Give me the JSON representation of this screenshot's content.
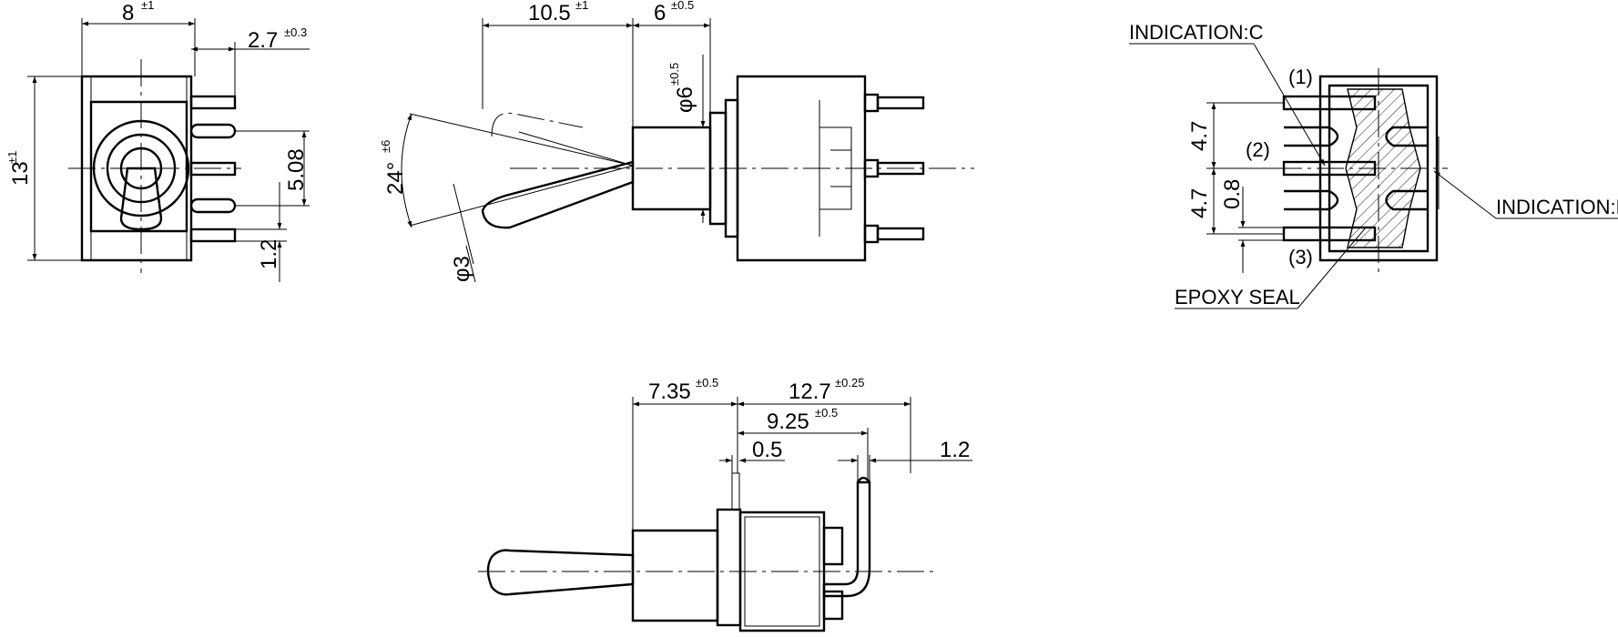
{
  "views": {
    "front": {
      "width": "8",
      "width_tol": "±1",
      "pin_offset": "2.7",
      "pin_offset_tol": "±0.3",
      "height": "13",
      "height_tol": "±1",
      "pitch": "5.08",
      "pin_width": "1.2"
    },
    "side": {
      "lever_length": "10.5",
      "lever_length_tol": "±1",
      "bushing_length": "6",
      "bushing_length_tol": "±0.5",
      "bushing_diameter": "φ6",
      "bushing_diameter_tol": "±0.5",
      "angle": "24°",
      "angle_tol": "±6",
      "tip_diameter": "φ3"
    },
    "bottom": {
      "indication_c": "INDICATION:C",
      "indication_d": "INDICATION:D",
      "epoxy": "EPOXY SEAL",
      "pin1": "(1)",
      "pin2": "(2)",
      "pin3": "(3)",
      "spacing_upper": "4.7",
      "spacing_lower": "4.7",
      "pin_thickness": "0.8"
    },
    "top": {
      "lever_height": "7.35",
      "lever_height_tol": "±0.5",
      "total_height": "12.7",
      "total_height_tol": "±0.25",
      "body_height": "9.25",
      "body_height_tol": "±0.5",
      "flange": "0.5",
      "pin_width": "1.2"
    }
  }
}
